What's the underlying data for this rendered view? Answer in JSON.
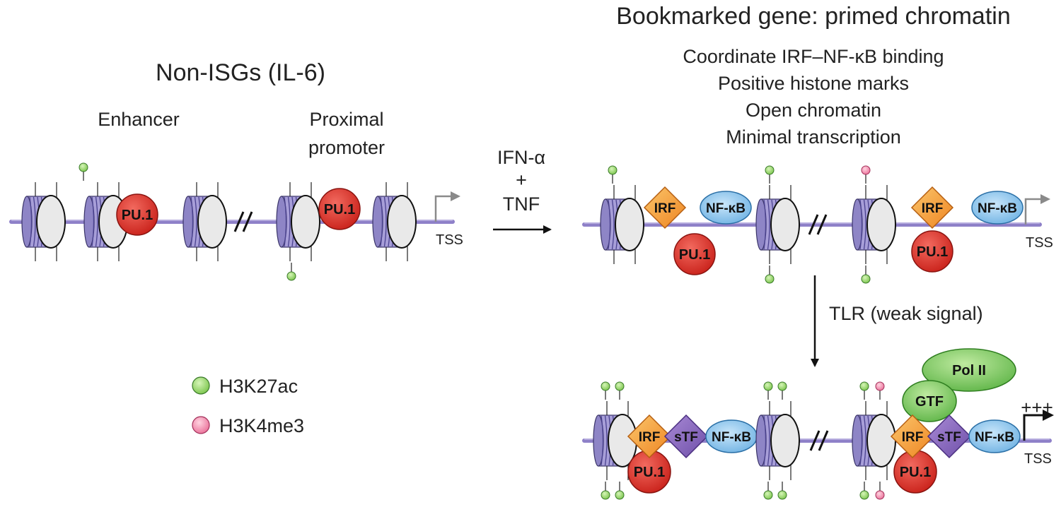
{
  "left": {
    "title": "Non-ISGs (IL-6)",
    "enhancer_label": "Enhancer",
    "promoter_label_line1": "Proximal",
    "promoter_label_line2": "promoter",
    "pu1": "PU.1",
    "tss": "TSS"
  },
  "arrow_horizontal": {
    "line1": "IFN-α",
    "line2": "+",
    "line3": "TNF"
  },
  "right_top": {
    "title": "Bookmarked gene: primed chromatin",
    "features": [
      "Coordinate IRF–NF-κB binding",
      "Positive histone marks",
      "Open chromatin",
      "Minimal transcription"
    ],
    "irf": "IRF",
    "nfkb": "NF-κB",
    "pu1": "PU.1",
    "tss": "TSS"
  },
  "arrow_vertical": {
    "label": "TLR (weak signal)"
  },
  "right_bottom": {
    "irf": "IRF",
    "stf": "sTF",
    "nfkb": "NF-κB",
    "pu1": "PU.1",
    "gtf": "GTF",
    "pol2": "Pol II",
    "expression": "+++",
    "tss": "TSS"
  },
  "legend": {
    "items": [
      {
        "label": "H3K27ac",
        "color": "#8fd45a"
      },
      {
        "label": "H3K4me3",
        "color": "#f59ab4"
      }
    ]
  },
  "colors": {
    "dna": "#7d6bb5",
    "nucleosome_coil": "#8b80c4",
    "pu1": "#e0382e",
    "irf": "#f5a23a",
    "nfkb": "#8cc4ec",
    "stf": "#8a6bc0",
    "gtf_pol2": "#7ccc5e"
  }
}
